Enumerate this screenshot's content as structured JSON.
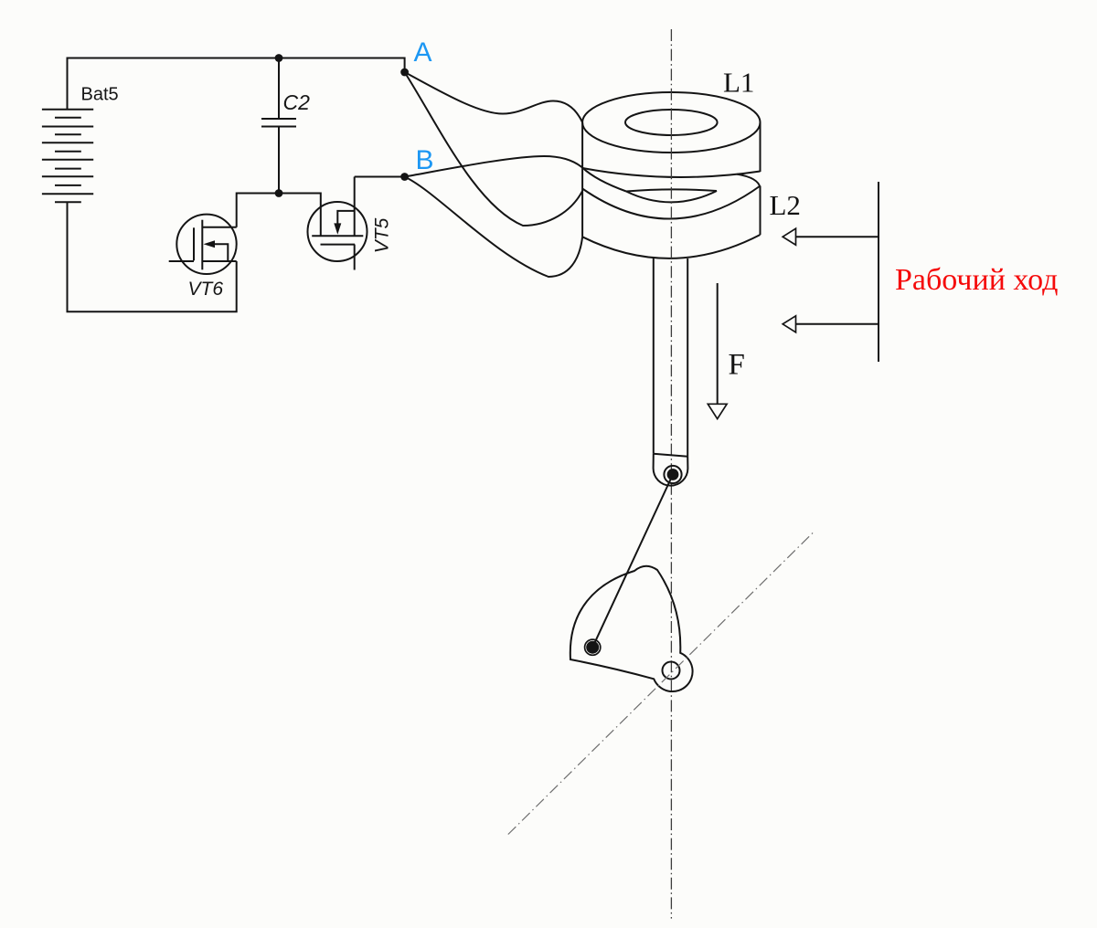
{
  "diagram": {
    "type": "electromechanical-schematic",
    "background_color": "#fcfcfa",
    "line_color": "#141414",
    "accent_blue": "#1c97f3",
    "accent_red": "#f50a0a",
    "labels": {
      "battery": "Bat5",
      "capacitor": "C2",
      "transistor_vt6": "VT6",
      "transistor_vt5": "VT5",
      "terminal_a": "A",
      "terminal_b": "B",
      "coil_top": "L1",
      "coil_bottom": "L2",
      "force": "F",
      "working_stroke": "Рабочий ход"
    }
  }
}
